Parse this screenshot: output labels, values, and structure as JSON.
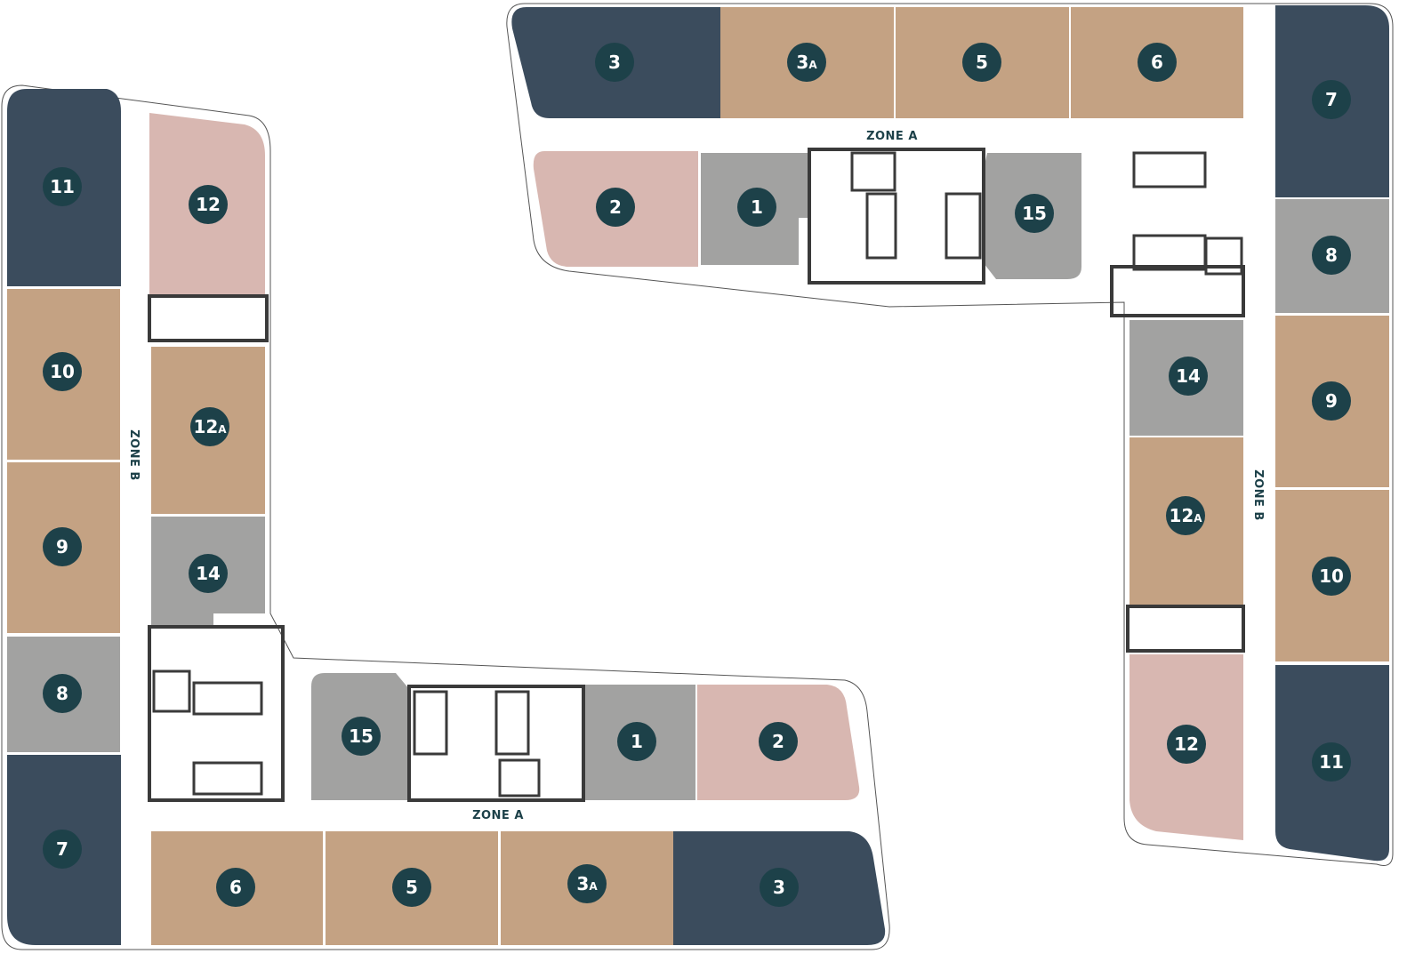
{
  "colors": {
    "navy": "#3b4c5d",
    "tan": "#c4a283",
    "pink": "#d8b7b1",
    "grey": "#a2a2a1",
    "badge": "#1d4149"
  },
  "zones": {
    "top_a": "ZONE A",
    "right_b": "ZONE B",
    "left_b": "ZONE B",
    "bottom_a": "ZONE A"
  },
  "units": [
    {
      "num": "3",
      "suffix": "",
      "category": "navy"
    },
    {
      "num": "3",
      "suffix": "A",
      "category": "tan"
    },
    {
      "num": "5",
      "suffix": "",
      "category": "tan"
    },
    {
      "num": "6",
      "suffix": "",
      "category": "tan"
    },
    {
      "num": "7",
      "suffix": "",
      "category": "navy"
    },
    {
      "num": "2",
      "suffix": "",
      "category": "pink"
    },
    {
      "num": "1",
      "suffix": "",
      "category": "grey"
    },
    {
      "num": "15",
      "suffix": "",
      "category": "grey"
    },
    {
      "num": "8",
      "suffix": "",
      "category": "grey"
    },
    {
      "num": "9",
      "suffix": "",
      "category": "tan"
    },
    {
      "num": "10",
      "suffix": "",
      "category": "tan"
    },
    {
      "num": "11",
      "suffix": "",
      "category": "navy"
    },
    {
      "num": "14",
      "suffix": "",
      "category": "grey"
    },
    {
      "num": "12",
      "suffix": "A",
      "category": "tan"
    },
    {
      "num": "12",
      "suffix": "",
      "category": "pink"
    },
    {
      "num": "11",
      "suffix": "",
      "category": "navy"
    },
    {
      "num": "12",
      "suffix": "",
      "category": "pink"
    },
    {
      "num": "10",
      "suffix": "",
      "category": "tan"
    },
    {
      "num": "12",
      "suffix": "A",
      "category": "tan"
    },
    {
      "num": "9",
      "suffix": "",
      "category": "tan"
    },
    {
      "num": "14",
      "suffix": "",
      "category": "grey"
    },
    {
      "num": "8",
      "suffix": "",
      "category": "grey"
    },
    {
      "num": "7",
      "suffix": "",
      "category": "navy"
    },
    {
      "num": "15",
      "suffix": "",
      "category": "grey"
    },
    {
      "num": "1",
      "suffix": "",
      "category": "grey"
    },
    {
      "num": "2",
      "suffix": "",
      "category": "pink"
    },
    {
      "num": "6",
      "suffix": "",
      "category": "tan"
    },
    {
      "num": "5",
      "suffix": "",
      "category": "tan"
    },
    {
      "num": "3",
      "suffix": "A",
      "category": "tan"
    },
    {
      "num": "3",
      "suffix": "",
      "category": "navy"
    }
  ]
}
